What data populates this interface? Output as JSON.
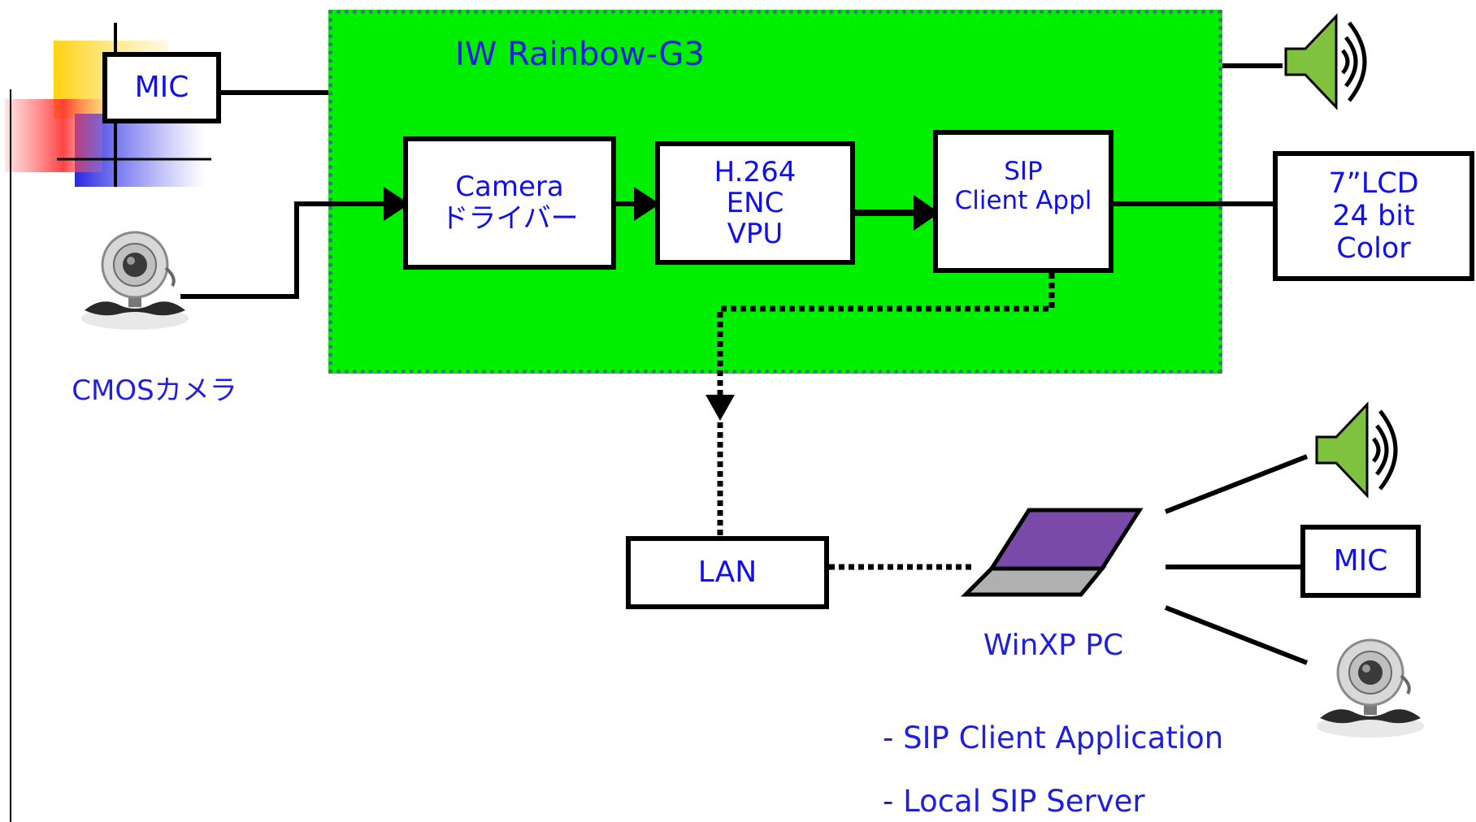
{
  "colors": {
    "board_fill": "#00ee00",
    "board_border": "#3a7a6a",
    "text_blue": "#1f1fe0",
    "speaker_fill": "#7fc23f",
    "laptop_screen": "#7a4aa8",
    "laptop_base": "#b0b0b0"
  },
  "board": {
    "title": "IW Rainbow-G3"
  },
  "blocks": {
    "mic_left": "MIC",
    "camera_driver": "Camera\nドライバー",
    "encoder": "H.264\nENC\nVPU",
    "sip_client": "SIP\nClient Appl",
    "lcd": "7”LCD\n24 bit\nColor",
    "lan": "LAN",
    "mic_right": "MIC"
  },
  "labels": {
    "cmos_camera": "CMOSカメラ",
    "pc": "WinXP PC",
    "bullets": [
      "-  SIP Client Application",
      "-  Local SIP Server"
    ]
  },
  "icons": {
    "speaker_top": "speaker-icon",
    "speaker_right": "speaker-icon",
    "webcam_left": "webcam-icon",
    "webcam_right": "webcam-icon",
    "laptop": "laptop-icon"
  }
}
